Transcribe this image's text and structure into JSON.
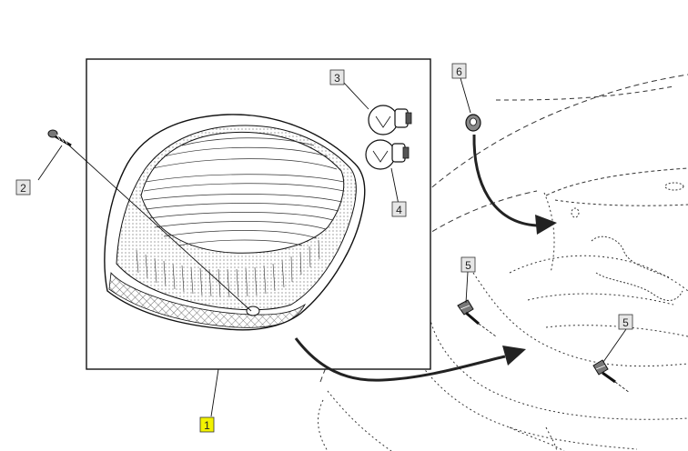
{
  "callouts": [
    {
      "id": "1",
      "label": "1",
      "highlighted": true
    },
    {
      "id": "2",
      "label": "2",
      "highlighted": false
    },
    {
      "id": "3",
      "label": "3",
      "highlighted": false
    },
    {
      "id": "4",
      "label": "4",
      "highlighted": false
    },
    {
      "id": "5a",
      "label": "5",
      "highlighted": false
    },
    {
      "id": "5b",
      "label": "5",
      "highlighted": false
    },
    {
      "id": "6",
      "label": "6",
      "highlighted": false
    }
  ],
  "colors": {
    "highlight": "#f2f200",
    "label_box": "#e6e6e6",
    "line": "#1a1a1a",
    "arrow": "#222222"
  }
}
